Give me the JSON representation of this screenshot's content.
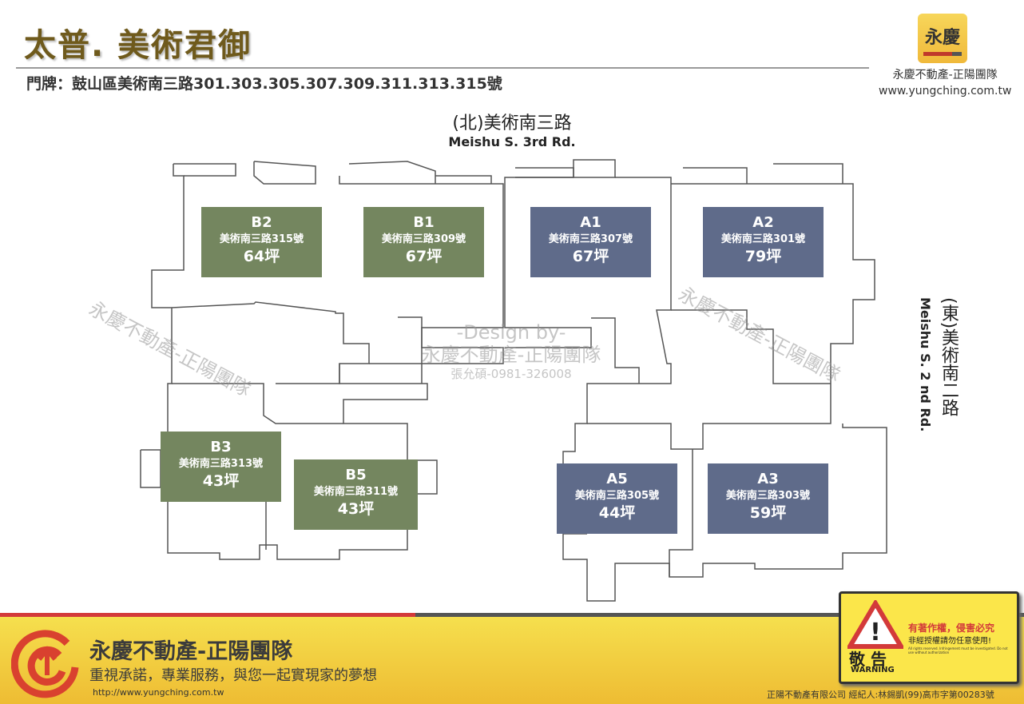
{
  "header": {
    "title": "太普. 美術君御",
    "address": "門牌：鼓山區美術南三路301.303.305.307.309.311.313.315號",
    "logo_text": "永慶",
    "brand": "永慶不動產-正陽團隊",
    "url": "www.yungching.com.tw"
  },
  "roads": {
    "north_zh": "(北)美術南三路",
    "north_en": "Meishu S. 3rd Rd.",
    "east_zh": "(東)美術南二路",
    "east_en": "Meishu S. 2 nd Rd."
  },
  "units": [
    {
      "code": "B2",
      "addr": "美術南三路315號",
      "size": "64坪"
    },
    {
      "code": "B1",
      "addr": "美術南三路309號",
      "size": "67坪"
    },
    {
      "code": "A1",
      "addr": "美術南三路307號",
      "size": "67坪"
    },
    {
      "code": "A2",
      "addr": "美術南三路301號",
      "size": "79坪"
    },
    {
      "code": "B3",
      "addr": "美術南三路313號",
      "size": "43坪"
    },
    {
      "code": "B5",
      "addr": "美術南三路311號",
      "size": "43坪"
    },
    {
      "code": "A5",
      "addr": "美術南三路305號",
      "size": "44坪"
    },
    {
      "code": "A3",
      "addr": "美術南三路303號",
      "size": "59坪"
    }
  ],
  "watermark": {
    "design": "-Design by-",
    "team": "永慶不動產-正陽團隊",
    "contact": "張允碩-0981-326008"
  },
  "footer": {
    "name": "永慶不動產-正陽團隊",
    "slogan": "重視承諾，專業服務，與您一起實現家的夢想",
    "url": "http://www.yungching.com.tw",
    "company": "正陽不動產有限公司  經紀人:林錫凱(99)高市字第00283號"
  },
  "warning": {
    "title": "有著作權，侵害必究",
    "sub": "非經授權請勿任意使用!",
    "fine": "All rights reserved. Infringement must be investigated. Do not use without authorization",
    "big": "敬 告",
    "en": "WARNING"
  },
  "colors": {
    "green": "#74865f",
    "blue": "#5f6b8a"
  }
}
